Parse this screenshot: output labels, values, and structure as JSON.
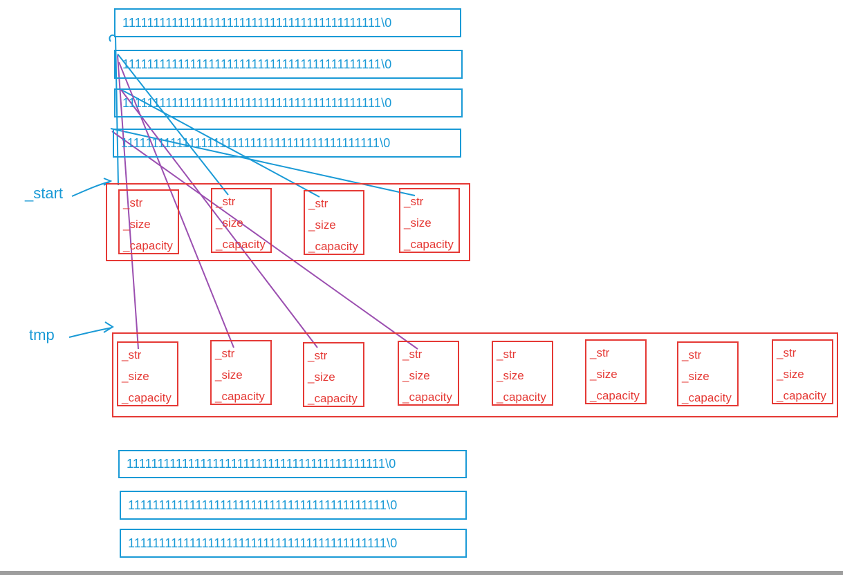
{
  "labels": {
    "start": "_start",
    "tmp": "tmp"
  },
  "strings": {
    "old": [
      "111111111111111111111111111111111111111111\\0",
      "111111111111111111111111111111111111111111\\0",
      "111111111111111111111111111111111111111111\\0",
      "111111111111111111111111111111111111111111\\0"
    ],
    "new": [
      "111111111111111111111111111111111111111111\\0",
      "111111111111111111111111111111111111111111\\0",
      "111111111111111111111111111111111111111111\\0"
    ]
  },
  "member_fields": [
    "_str",
    "_size",
    "_capacity"
  ],
  "start_array": {
    "element_count": 4
  },
  "tmp_array": {
    "element_count": 8
  },
  "colors": {
    "string_box": "#1a9ad6",
    "array_box": "#e53935",
    "pointer_blue": "#1a9ad6",
    "pointer_purple": "#9b4fb0"
  }
}
